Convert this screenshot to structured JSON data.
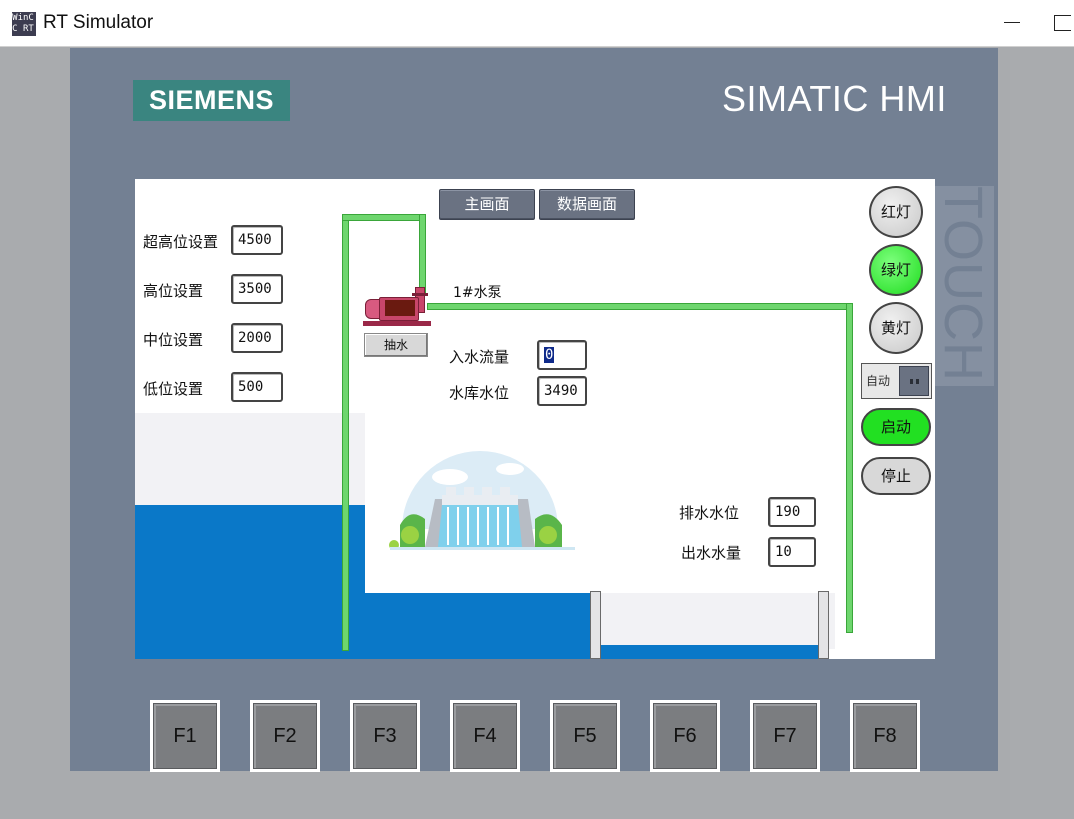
{
  "window": {
    "icon_text": "WinCC RT",
    "title": "RT Simulator"
  },
  "device": {
    "brand": "SIEMENS",
    "model": "SIMATIC HMI",
    "side_text": "TOUCH"
  },
  "nav": {
    "main_screen": "主画面",
    "data_screen": "数据画面"
  },
  "levels": [
    {
      "label": "超高位设置",
      "value": "4500"
    },
    {
      "label": "高位设置",
      "value": "3500"
    },
    {
      "label": "中位设置",
      "value": "2000"
    },
    {
      "label": "低位设置",
      "value": "500"
    }
  ],
  "pump": {
    "name": "1#水泵",
    "button": "抽水"
  },
  "inflow": {
    "label": "入水流量",
    "value": "0"
  },
  "reservoir": {
    "label": "水库水位",
    "value": "3490"
  },
  "drain_level": {
    "label": "排水水位",
    "value": "190"
  },
  "outflow": {
    "label": "出水水量",
    "value": "10"
  },
  "lamps": {
    "red": "红灯",
    "green": "绿灯",
    "yellow": "黄灯",
    "green_on": true
  },
  "mode_switch": {
    "label": "自动"
  },
  "controls": {
    "start": "启动",
    "stop": "停止"
  },
  "function_keys": [
    "F1",
    "F2",
    "F3",
    "F4",
    "F5",
    "F6",
    "F7",
    "F8"
  ],
  "colors": {
    "bezel": "#738093",
    "water": "#0a78c8",
    "pipe": "#6ed66e",
    "lamp_on": "#1fdc1f",
    "brand_green": "#3a8580"
  }
}
